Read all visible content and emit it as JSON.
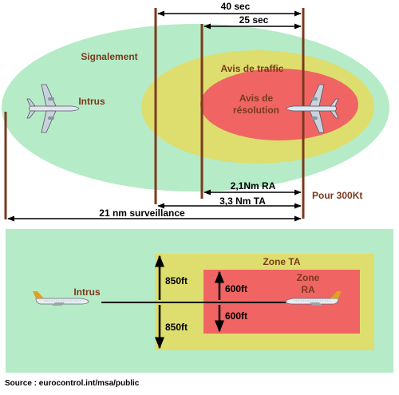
{
  "colors": {
    "surveillance_zone": "#b5ebc7",
    "ta_zone": "#dede6e",
    "ra_zone": "#f06464",
    "label_text": "#7a3a1e",
    "boundary_lines": "#7a3a1e"
  },
  "top_diagram": {
    "time_40": "40 sec",
    "time_25": "25 sec",
    "signalement": "Signalement",
    "intrus": "Intrus",
    "avis_traffic": "Avis de traffic",
    "avis_resolution_line1": "Avis de",
    "avis_resolution_line2": "résolution",
    "ra_distance": "2,1Nm RA",
    "ta_distance": "3,3 Nm TA",
    "surveillance_distance": "21 nm surveillance",
    "speed": "Pour  300Kt"
  },
  "bottom_diagram": {
    "zone_ta": "Zone TA",
    "zone_ra_line1": "Zone",
    "zone_ra_line2": "RA",
    "intrus": "Intrus",
    "ta_vertical_up": "850ft",
    "ta_vertical_down": "850ft",
    "ra_vertical_up": "600ft",
    "ra_vertical_down": "600ft"
  },
  "source": "Source : eurocontrol.int/msa/public"
}
